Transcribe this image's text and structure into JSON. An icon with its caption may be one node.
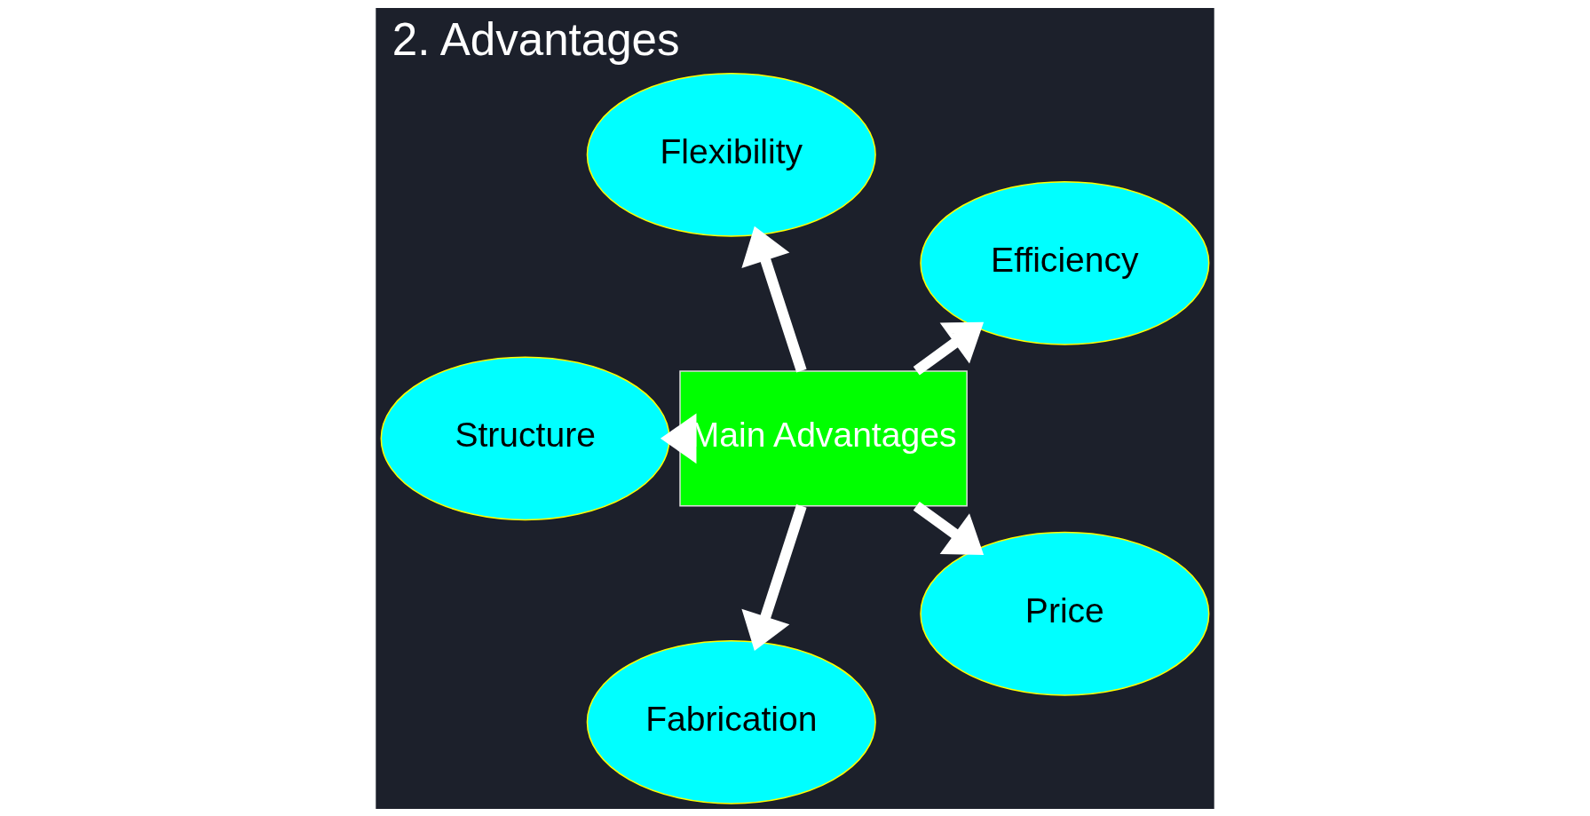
{
  "diagram": {
    "title": "2. Advantages",
    "nodes": [
      {
        "text": [
          "Main Advantages"
        ]
      },
      {
        "text": [
          "Efficiency"
        ]
      },
      {
        "text": [
          "Flexibility"
        ]
      },
      {
        "text": [
          "Structure"
        ]
      },
      {
        "text": [
          "Fabrication"
        ]
      },
      {
        "text": [
          "Price"
        ]
      }
    ],
    "edges": [
      {
        "from": 0,
        "to": 1,
        "arrow": "to"
      },
      {
        "from": 0,
        "to": 2,
        "arrow": "to"
      },
      {
        "from": 0,
        "to": 3,
        "arrow": "to"
      },
      {
        "from": 0,
        "to": 4,
        "arrow": "to"
      },
      {
        "from": 0,
        "to": 5,
        "arrow": "to"
      }
    ]
  }
}
